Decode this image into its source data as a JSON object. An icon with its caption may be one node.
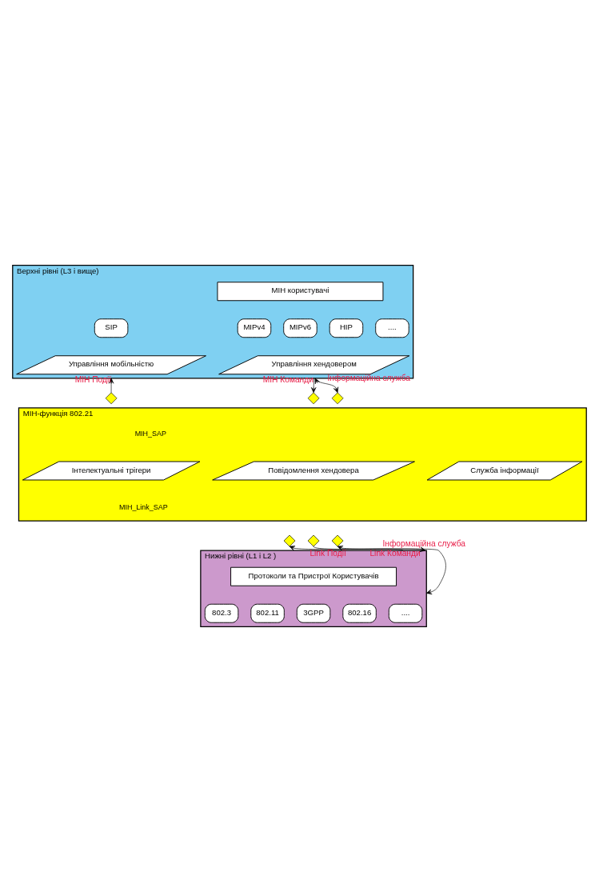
{
  "diagram": {
    "nodes": [
      {
        "text": [
          "Верхні рівні (L3 і вище)"
        ]
      },
      {
        "text": [
          "МІН користувачі"
        ],
        "in": 0
      },
      {
        "text": [
          "SIP"
        ],
        "in": 0
      },
      {
        "text": [
          "MIPv4"
        ],
        "in": 0
      },
      {
        "text": [
          "MIPv6"
        ],
        "in": 0
      },
      {
        "text": [
          "HIP"
        ],
        "in": 0
      },
      {
        "text": [
          "...."
        ],
        "in": 0
      },
      {
        "text": [
          "Управління мобільністю"
        ],
        "in": 0
      },
      {
        "text": [
          "Управління хендовером"
        ],
        "in": 0
      },
      {
        "text": [
          "МІН-функція 802.21"
        ]
      },
      {
        "text": [
          "Інтелектуальні трігери"
        ],
        "in": 9
      },
      {
        "text": [
          "Повідомлення хендовера"
        ],
        "in": 9
      },
      {
        "text": [
          "Служба інформації"
        ],
        "in": 9
      },
      {
        "text": [],
        "shape": "diamond"
      },
      {
        "text": [],
        "shape": "diamond"
      },
      {
        "text": [],
        "shape": "diamond"
      },
      {
        "text": [],
        "shape": "diamond"
      },
      {
        "text": [],
        "shape": "diamond"
      },
      {
        "text": [],
        "shape": "diamond"
      },
      {
        "text": [
          "Нижні рівні (L1 і L2 )"
        ]
      },
      {
        "text": [
          "Протоколи та Пристрої Користувачів"
        ],
        "in": 19
      },
      {
        "text": [
          "802.3"
        ],
        "in": 19
      },
      {
        "text": [
          "802.11"
        ],
        "in": 19
      },
      {
        "text": [
          "3GPP"
        ],
        "in": 19
      },
      {
        "text": [
          "802.16"
        ],
        "in": 19
      },
      {
        "text": [
          "...."
        ],
        "in": 19
      }
    ],
    "edges": [
      {
        "from": 13,
        "to": 0,
        "arrow": "to",
        "label": "МІН Події"
      },
      {
        "from": 0,
        "to": 14,
        "arrow": "to",
        "label": "МІН Команди"
      },
      {
        "from": 15,
        "to": 0,
        "arrow": "both",
        "label": "Інформаційна служба"
      },
      {
        "from": 19,
        "to": 16,
        "arrow": "to",
        "label": "Link Події"
      },
      {
        "from": 17,
        "to": 19,
        "arrow": "to",
        "label": "Link Команди"
      },
      {
        "from": 18,
        "to": 19,
        "arrow": "both",
        "label": "Інформаційна служба"
      }
    ],
    "labels": [
      "MIH_SAP",
      "MIH_Link_SAP"
    ]
  }
}
